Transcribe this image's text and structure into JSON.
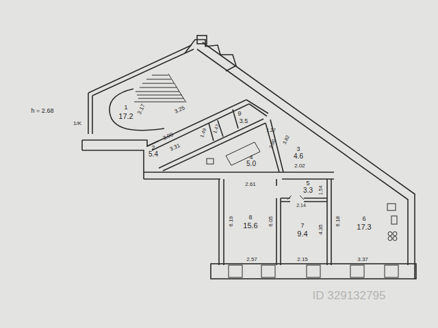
{
  "diagram": {
    "labels": [
      "h = 2.68",
      "1/K",
      "1",
      "17.2",
      "3.17",
      "3.25",
      "2",
      "5.4",
      "3.00",
      "3.31",
      "1.47",
      "1.49",
      "9",
      "3.5",
      "1.27",
      "2.80",
      "3.82",
      "3",
      "4.6",
      "4",
      "5.0",
      "2.02",
      "2.61",
      "5",
      "3.3",
      "1.54",
      "2.14",
      "8",
      "15.6",
      "6.19",
      "6.05",
      "7",
      "9.4",
      "4.35",
      "6",
      "17.3",
      "6.18",
      "2.57",
      "2.15",
      "3.37",
      "ID 329132795"
    ]
  }
}
